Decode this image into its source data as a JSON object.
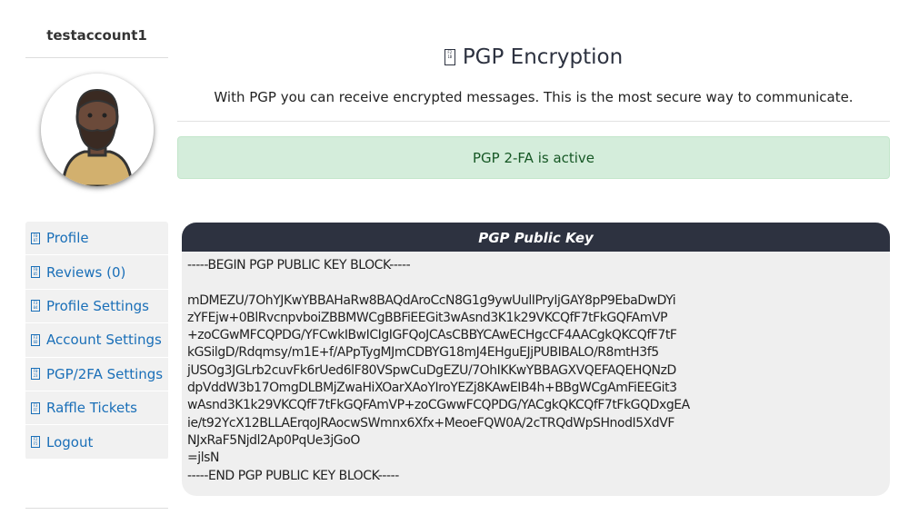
{
  "sidebar": {
    "username": "testaccount1",
    "items": [
      {
        "label": "Profile",
        "glyph": "F0 07"
      },
      {
        "label": "Reviews (0)",
        "glyph": "F0 05"
      },
      {
        "label": "Profile Settings",
        "glyph": "F3 04"
      },
      {
        "label": "Account Settings",
        "glyph": "F3 6D"
      },
      {
        "label": "PGP/2FA Settings",
        "glyph": "F0 23"
      },
      {
        "label": "Raffle Tickets",
        "glyph": "F3 FF"
      },
      {
        "label": "Logout",
        "glyph": "F2 F5"
      }
    ]
  },
  "main": {
    "title": "PGP Encryption",
    "subtitle": "With PGP you can receive encrypted messages. This is the most secure way to communicate.",
    "alert": "PGP 2-FA is active",
    "card_title": "PGP Public Key",
    "key_lines": [
      "-----BEGIN PGP PUBLIC KEY BLOCK-----",
      "",
      "mDMEZU/7OhYJKwYBBAHaRw8BAQdAroCcN8G1g9ywUulIPryIjGAY8pP9EbaDwDYi",
      "zYFEjw+0BlRvcnpvboiZBBMWCgBBFiEEGit3wAsnd3K1k29VKCQfF7tFkGQFAmVP",
      "+zoCGwMFCQPDG/YFCwkIBwICIgIGFQoJCAsCBBYCAwECHgcCF4AACgkQKCQfF7tF",
      "kGSilgD/Rdqmsy/m1E+f/APpTygMJmCDBYG18mJ4EHguEJjPUBIBALO/R8mtH3f5",
      "jUSOg3JGLrb2cuvFk6rUed6lF80VSpwCuDgEZU/7OhIKKwYBBAGXVQEFAQEHQNzD",
      "dpVddW3b17OmgDLBMjZwaHiXOarXAoYIroYEZj8KAwEIB4h+BBgWCgAmFiEEGit3",
      "wAsnd3K1k29VKCQfF7tFkGQFAmVP+zoCGwwFCQPDG/YACgkQKCQfF7tFkGQDxgEA",
      "ie/t92YcX12BLLAErqoJRAocwSWmnx6Xfx+MeoeFQW0A/2cTRQdWpSHnodI5XdVF",
      "NJxRaF5Njdl2Ap0PqUe3jGoO",
      "=jlsN",
      "-----END PGP PUBLIC KEY BLOCK-----"
    ],
    "title_glyph": "F2 1B"
  },
  "colors": {
    "link": "#1a6fb8",
    "header": "#2d3240",
    "alert_bg": "#d4eddb",
    "alert_text": "#155724"
  }
}
